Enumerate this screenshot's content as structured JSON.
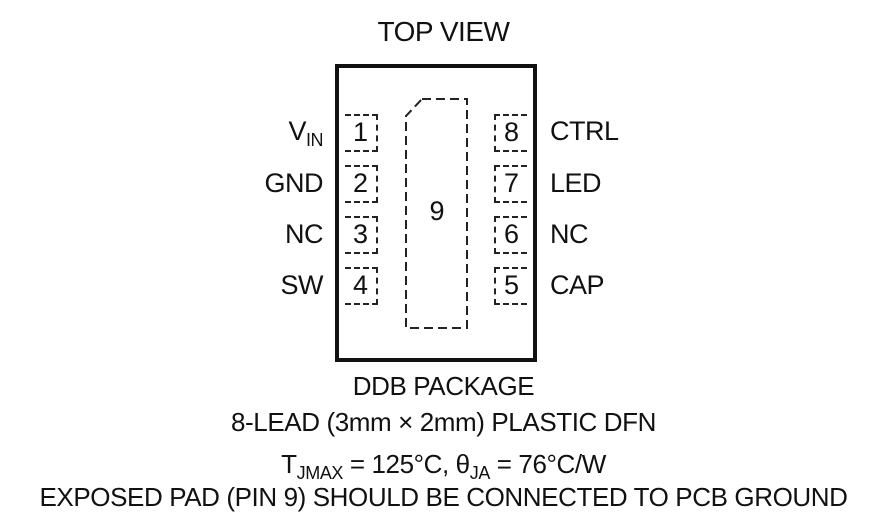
{
  "title": "TOP VIEW",
  "pins_left": [
    {
      "num": "1",
      "label_main": "V",
      "label_sub": "IN"
    },
    {
      "num": "2",
      "label_main": "GND",
      "label_sub": ""
    },
    {
      "num": "3",
      "label_main": "NC",
      "label_sub": ""
    },
    {
      "num": "4",
      "label_main": "SW",
      "label_sub": ""
    }
  ],
  "pins_right": [
    {
      "num": "8",
      "label": "CTRL"
    },
    {
      "num": "7",
      "label": "LED"
    },
    {
      "num": "6",
      "label": "NC"
    },
    {
      "num": "5",
      "label": "CAP"
    }
  ],
  "exposed_pad": {
    "num": "9"
  },
  "package_name": "DDB PACKAGE",
  "package_desc": "8-LEAD (3mm × 2mm) PLASTIC DFN",
  "thermal": {
    "t_main": "T",
    "t_sub": "JMAX",
    "t_value": " = 125°C, ",
    "theta_main": "θ",
    "theta_sub": "JA",
    "theta_value": " = 76°C/W"
  },
  "note": "EXPOSED PAD (PIN 9) SHOULD BE CONNECTED TO PCB GROUND"
}
